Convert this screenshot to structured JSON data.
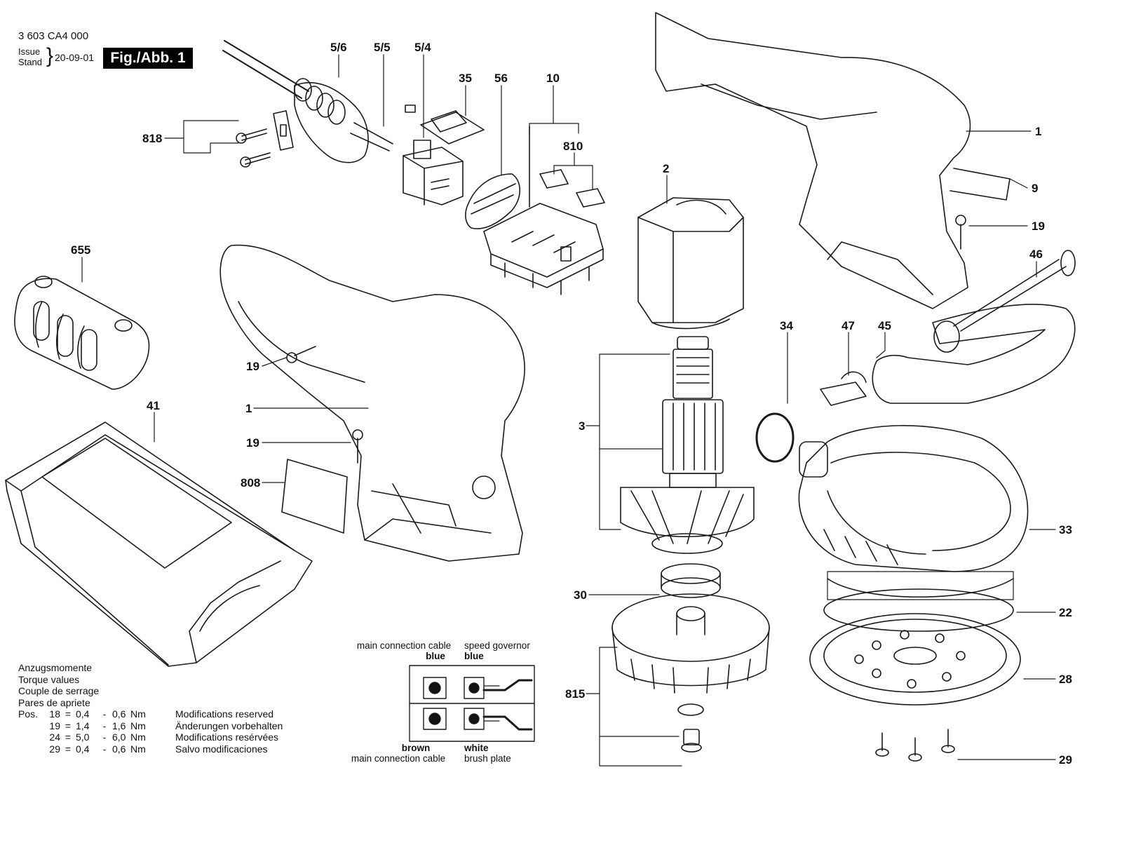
{
  "header": {
    "doc_number": "3 603 CA4 000",
    "issue_label": "Issue",
    "stand_label": "Stand",
    "issue_date": "20-09-01",
    "figure_label": "Fig./Abb. 1"
  },
  "part_labels": [
    "5/6",
    "5/5",
    "5/4",
    "35",
    "56",
    "10",
    "810",
    "818",
    "655",
    "19",
    "1",
    "19",
    "808",
    "41",
    "1",
    "9",
    "19",
    "46",
    "2",
    "34",
    "47",
    "45",
    "3",
    "33",
    "30",
    "22",
    "815",
    "28",
    "29"
  ],
  "torque": {
    "lines": [
      "Anzugsmomente",
      "Torque values",
      "Couple de serrage",
      "Pares de apriete"
    ],
    "pos_label": "Pos.",
    "rows": [
      {
        "pos": "18",
        "min": "0,4",
        "max": "0,6",
        "unit": "Nm"
      },
      {
        "pos": "19",
        "min": "1,4",
        "max": "1,6",
        "unit": "Nm"
      },
      {
        "pos": "24",
        "min": "5,0",
        "max": "6,0",
        "unit": "Nm"
      },
      {
        "pos": "29",
        "min": "0,4",
        "max": "0,6",
        "unit": "Nm"
      }
    ]
  },
  "modifications": [
    "Modifications reserved",
    "Änderungen vorbehalten",
    "Modifications resérvées",
    "Salvo modificaciones"
  ],
  "wiring": {
    "top_left": {
      "line1": "main connection cable",
      "line2": "blue"
    },
    "top_right": {
      "line1": "speed governor",
      "line2": "blue"
    },
    "bottom_left": {
      "line1": "brown",
      "line2": "main connection cable"
    },
    "bottom_right": {
      "line1": "white",
      "line2": "brush plate"
    }
  }
}
